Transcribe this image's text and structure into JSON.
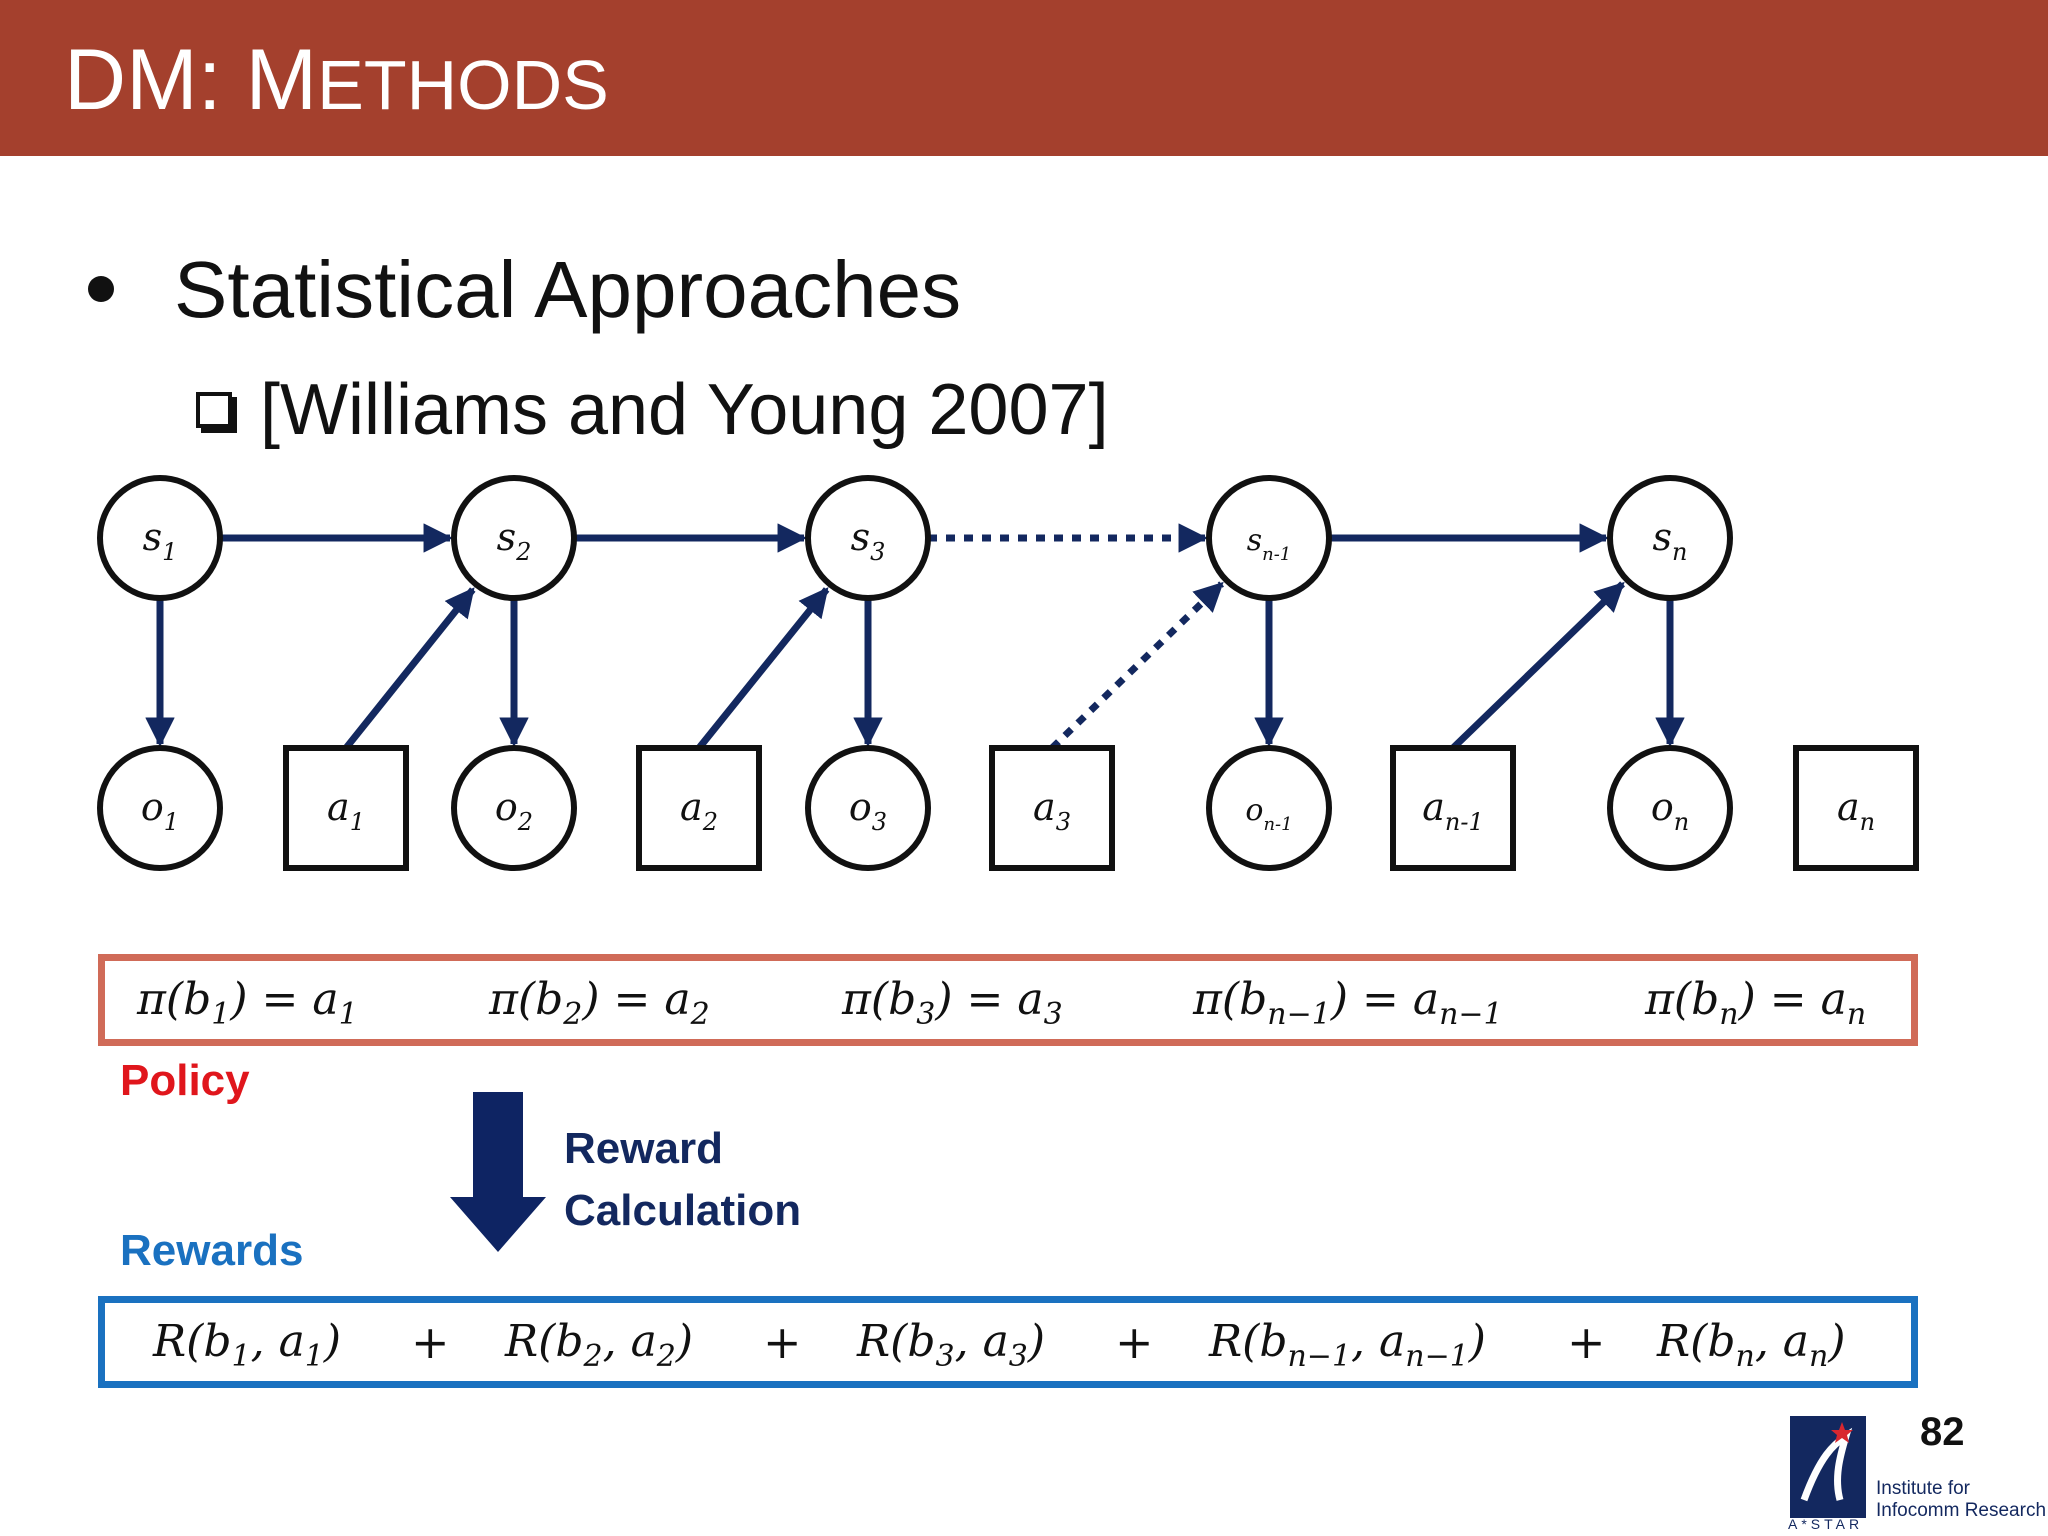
{
  "slide": {
    "title_main": "DM: M",
    "title_sc": "ETHODS",
    "bullet": "Statistical Approaches",
    "sub_bullet": "[Williams and Young 2007]",
    "page_number": "82"
  },
  "diagram": {
    "states": [
      {
        "base": "s",
        "sub": "1"
      },
      {
        "base": "s",
        "sub": "2"
      },
      {
        "base": "s",
        "sub": "3"
      },
      {
        "base": "s",
        "sub": "n-1"
      },
      {
        "base": "s",
        "sub": "n"
      }
    ],
    "observations": [
      {
        "base": "o",
        "sub": "1"
      },
      {
        "base": "o",
        "sub": "2"
      },
      {
        "base": "o",
        "sub": "3"
      },
      {
        "base": "o",
        "sub": "n-1"
      },
      {
        "base": "o",
        "sub": "n"
      }
    ],
    "actions": [
      {
        "base": "a",
        "sub": "1"
      },
      {
        "base": "a",
        "sub": "2"
      },
      {
        "base": "a",
        "sub": "3"
      },
      {
        "base": "a",
        "sub": "n-1"
      },
      {
        "base": "a",
        "sub": "n"
      }
    ]
  },
  "policy": {
    "label": "Policy",
    "formulas": [
      {
        "b": "1",
        "a": "1"
      },
      {
        "b": "2",
        "a": "2"
      },
      {
        "b": "3",
        "a": "3"
      },
      {
        "b": "n−1",
        "a": "n−1"
      },
      {
        "b": "n",
        "a": "n"
      }
    ]
  },
  "reward_calc": {
    "line1": "Reward",
    "line2": "Calculation"
  },
  "rewards": {
    "label": "Rewards",
    "operator": "+",
    "terms": [
      {
        "b": "1",
        "a": "1"
      },
      {
        "b": "2",
        "a": "2"
      },
      {
        "b": "3",
        "a": "3"
      },
      {
        "b": "n−1",
        "a": "n−1"
      },
      {
        "b": "n",
        "a": "n"
      }
    ]
  },
  "logo": {
    "line1": "Institute for",
    "line2": "Infocomm Research",
    "org": "A*STAR"
  },
  "colors": {
    "title_bar": "#a4402d",
    "arrow": "#13285f",
    "policy_border": "#d06b58",
    "rewards_border": "#1a71c0",
    "policy_label": "#e0161c"
  }
}
